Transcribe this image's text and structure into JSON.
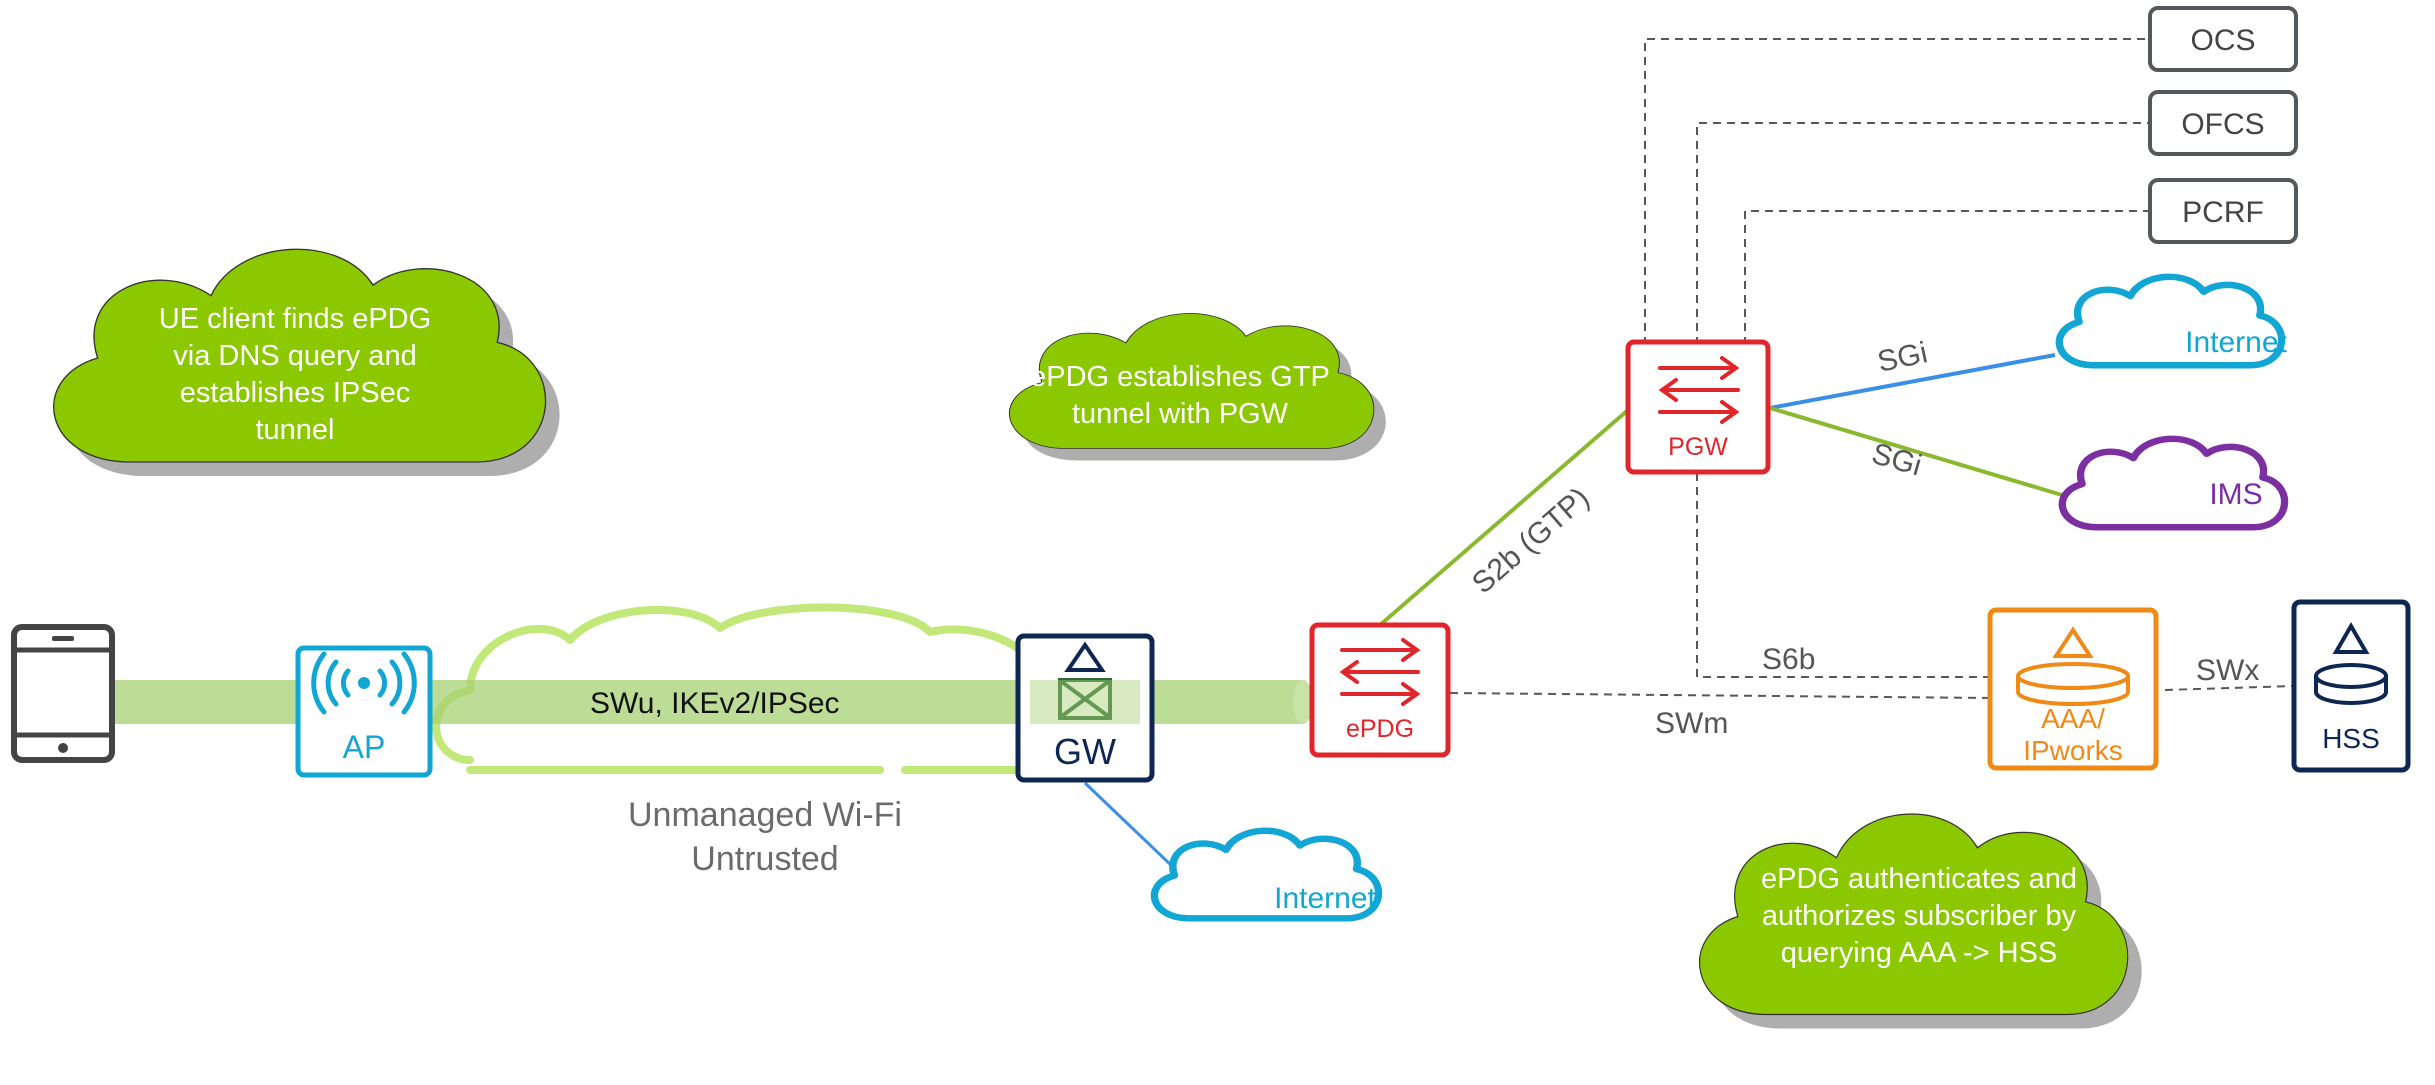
{
  "colors": {
    "green_cloud": "#8cc800",
    "wifi_cloud": "#c3e87a",
    "tunnel": "#a7d173",
    "red": "#e0262b",
    "navy": "#0d2752",
    "cyan": "#12a6d4",
    "purple": "#7b2fa1",
    "orange": "#f08a16",
    "gray": "#55585b",
    "green_link": "#8ab82e",
    "blue_link": "#3a8ee6"
  },
  "bubbles": {
    "ue": [
      "UE client finds ePDG",
      "via DNS query and",
      "establishes IPSec",
      "tunnel"
    ],
    "gtp": [
      "ePDG establishes GTP",
      "tunnel with PGW"
    ],
    "auth": [
      "ePDG authenticates and",
      "authorizes subscriber by",
      "querying AAA -> HSS"
    ]
  },
  "nodes": {
    "ocs": "OCS",
    "ofcs": "OFCS",
    "pcrf": "PCRF",
    "pgw": "PGW",
    "epdg": "ePDG",
    "gw": "GW",
    "ap": "AP",
    "aaa": [
      "AAA/",
      "IPworks"
    ],
    "hss": "HSS"
  },
  "clouds": {
    "internet_top": "Internet",
    "ims": "IMS",
    "internet_bottom": "Internet",
    "wifi": [
      "Unmanaged Wi-Fi",
      "Untrusted"
    ]
  },
  "links": {
    "swu": "SWu, IKEv2/IPSec",
    "s2b": "S2b (GTP)",
    "sgi_internet": "SGi",
    "sgi_ims": "SGi",
    "s6b": "S6b",
    "swm": "SWm",
    "swx": "SWx"
  }
}
